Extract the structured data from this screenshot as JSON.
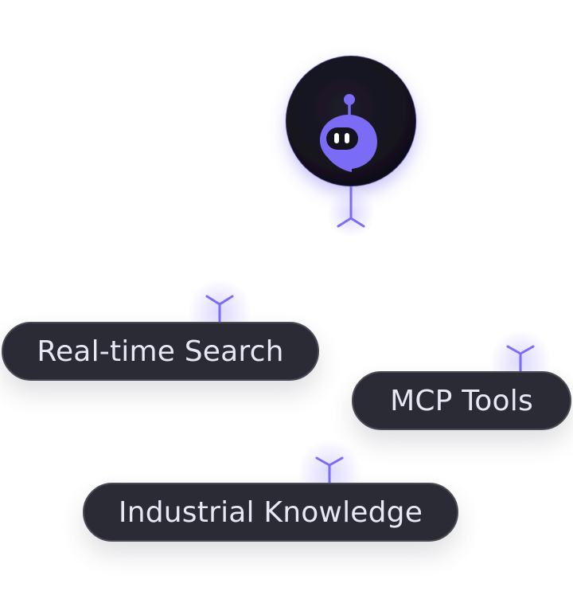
{
  "agent": {
    "icon": "robot-chat-icon",
    "colors": {
      "circle": "#16141f",
      "accent": "#7b6cf6",
      "glow": "#b3a8ff"
    }
  },
  "nodes": [
    {
      "id": "search",
      "label": "Real-time Search"
    },
    {
      "id": "mcp",
      "label": "MCP Tools"
    },
    {
      "id": "kb",
      "label": "Industrial Knowledge"
    }
  ],
  "pill_colors": {
    "background": "#2b2b36",
    "border": "#4a4a56",
    "text": "#e9e7f6"
  }
}
